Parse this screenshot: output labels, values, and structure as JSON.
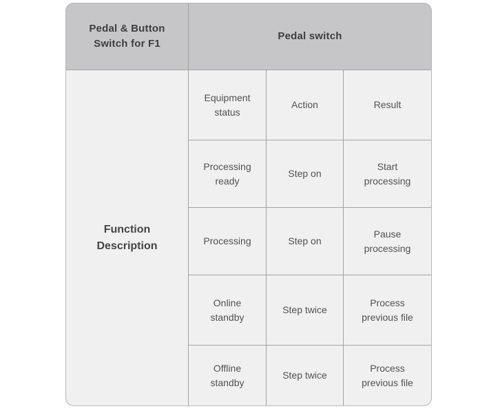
{
  "page": {
    "background": "#ffffff"
  },
  "table": {
    "header": {
      "left_title": "Pedal & Button Switch for F1",
      "right_title": "Pedal switch",
      "background": "#c6c6c8"
    },
    "body_background": "#f1f0f0",
    "grid_line_color": "#a3a3a3",
    "row_header": "Function Description",
    "columns": [
      "Equipment status",
      "Action",
      "Result"
    ],
    "rows": [
      [
        "Processing ready",
        "Step on",
        "Start processing"
      ],
      [
        "Processing",
        "Step on",
        "Pause processing"
      ],
      [
        "Online standby",
        "Step twice",
        "Process previous file"
      ],
      [
        "Offline standby",
        "Step twice",
        "Process previous file"
      ]
    ]
  }
}
